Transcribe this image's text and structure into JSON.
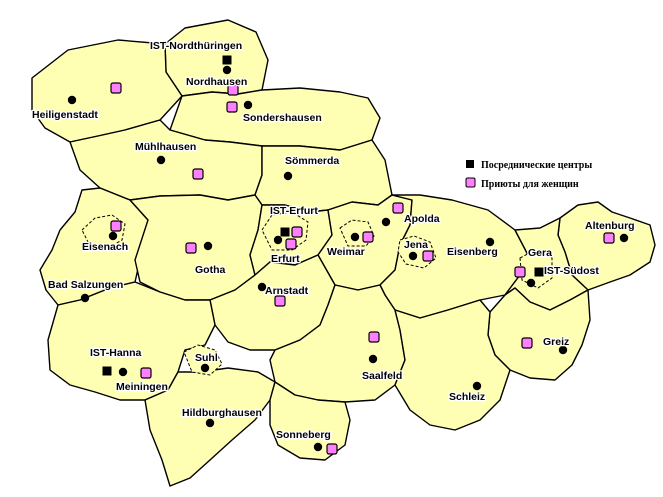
{
  "legend": {
    "centers_label": "Посреднические центры",
    "shelters_label": "Приюты для женщин",
    "center_color": "#000000",
    "shelter_color": "#ff80ff"
  },
  "colors": {
    "land": "#ffffb3",
    "border": "#000000",
    "background": "#ffffff"
  },
  "places": [
    {
      "id": "ist-nordthueringen",
      "label": "IST-Nordthüringen",
      "marker": "none"
    },
    {
      "id": "nordhausen",
      "label": "Nordhausen",
      "marker": "city"
    },
    {
      "id": "heiligenstadt",
      "label": "Heiligenstadt",
      "marker": "city"
    },
    {
      "id": "sondershausen",
      "label": "Sondershausen",
      "marker": "city"
    },
    {
      "id": "muehlhausen",
      "label": "Mühlhausen",
      "marker": "city"
    },
    {
      "id": "soemmerda",
      "label": "Sömmerda",
      "marker": "city"
    },
    {
      "id": "ist-erfurt",
      "label": "IST-Erfurt",
      "marker": "none"
    },
    {
      "id": "erfurt",
      "label": "Erfurt",
      "marker": "city"
    },
    {
      "id": "eisenach",
      "label": "Eisenach",
      "marker": "city"
    },
    {
      "id": "gotha",
      "label": "Gotha",
      "marker": "city"
    },
    {
      "id": "weimar",
      "label": "Weimar",
      "marker": "city"
    },
    {
      "id": "apolda",
      "label": "Apolda",
      "marker": "city"
    },
    {
      "id": "jena",
      "label": "Jena",
      "marker": "city"
    },
    {
      "id": "eisenberg",
      "label": "Eisenberg",
      "marker": "city"
    },
    {
      "id": "gera",
      "label": "Gera",
      "marker": "city"
    },
    {
      "id": "ist-suedost",
      "label": "IST-Südost",
      "marker": "none"
    },
    {
      "id": "altenburg",
      "label": "Altenburg",
      "marker": "city"
    },
    {
      "id": "bad-salzungen",
      "label": "Bad Salzungen",
      "marker": "city"
    },
    {
      "id": "arnstadt",
      "label": "Arnstadt",
      "marker": "city"
    },
    {
      "id": "ist-hanna",
      "label": "IST-Hanna",
      "marker": "none"
    },
    {
      "id": "meiningen",
      "label": "Meiningen",
      "marker": "city"
    },
    {
      "id": "suhl",
      "label": "Suhl",
      "marker": "city"
    },
    {
      "id": "hildburghausen",
      "label": "Hildburghausen",
      "marker": "city"
    },
    {
      "id": "saalfeld",
      "label": "Saalfeld",
      "marker": "city"
    },
    {
      "id": "greiz",
      "label": "Greiz",
      "marker": "city"
    },
    {
      "id": "schleiz",
      "label": "Schleiz",
      "marker": "city"
    },
    {
      "id": "sonneberg",
      "label": "Sonneberg",
      "marker": "city"
    }
  ],
  "centers": [
    "ist-nordthueringen",
    "ist-erfurt",
    "ist-suedost",
    "ist-hanna"
  ],
  "shelters": [
    "nordhausen",
    "sondershausen",
    "heiligenstadt",
    "muehlhausen",
    "erfurt",
    "eisenach",
    "gotha",
    "weimar",
    "apolda",
    "jena",
    "gera",
    "altenburg",
    "arnstadt",
    "meiningen",
    "saalfeld",
    "greiz",
    "sonneberg"
  ]
}
